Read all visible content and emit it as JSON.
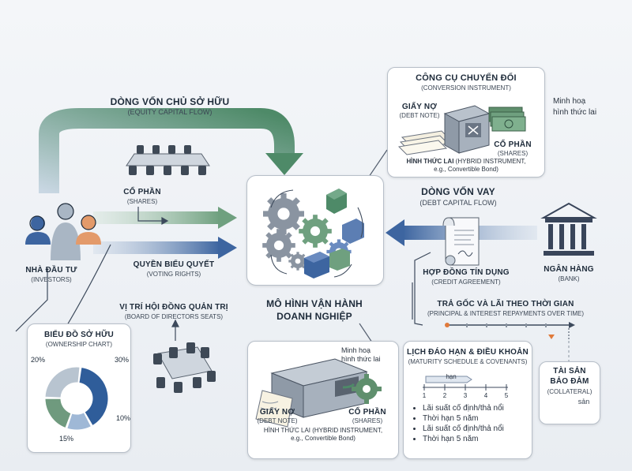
{
  "equity_flow": {
    "title": "DÒNG VỐN CHỦ SỞ HỮU",
    "subtitle": "(EQUITY CAPITAL FLOW)"
  },
  "debt_flow": {
    "title": "DÒNG VỐN VAY",
    "subtitle": "(DEBT CAPITAL FLOW)"
  },
  "investors": {
    "title": "NHÀ ĐẦU TƯ",
    "subtitle": "(INVESTORS)"
  },
  "shares_arrow": {
    "title": "CỔ PHẦN",
    "subtitle": "(SHARES)"
  },
  "voting": {
    "title": "QUYỀN BIỂU QUYẾT",
    "subtitle": "(VOTING RIGHTS)"
  },
  "board": {
    "title": "VỊ TRÍ HỘI ĐỒNG QUẢN TRỊ",
    "subtitle": "(BOARD OF DIRECTORS SEATS)"
  },
  "ownership": {
    "title": "BIỂU ĐỒ SỞ HỮU",
    "subtitle": "(OWNERSHIP CHART)",
    "slices": [
      {
        "label": "30%",
        "value": 30,
        "color": "#2f5d9a"
      },
      {
        "label": "10%",
        "value": 10,
        "color": "#9fb8d6"
      },
      {
        "label": "15%",
        "value": 15,
        "color": "#6f9a7e"
      },
      {
        "label": "20%",
        "value": 20,
        "color": "#b8c4d0"
      }
    ]
  },
  "business_model": {
    "line1": "MÔ HÌNH VẬN HÀNH",
    "line2": "DOANH NGHIỆP"
  },
  "conversion": {
    "title": "CÔNG CỤ CHUYỂN ĐỔI",
    "subtitle": "(CONVERSION INSTRUMENT)",
    "debt_note": "GIẤY NỢ",
    "debt_note_sub": "(DEBT NOTE)",
    "shares": "CỔ PHẦN",
    "shares_sub": "(SHARES)",
    "hybrid": "HÌNH THỨC LAI",
    "hybrid_sub": "(HYBRID INSTRUMENT,",
    "hybrid_sub2": "e.g., Convertible Bond)",
    "side_note_1": "Minh hoạ",
    "side_note_2": "hình thức lai"
  },
  "conversion2": {
    "side_note_1": "Minh hoạ",
    "side_note_2": "hình thức lai",
    "debt_note": "GIẤY NỢ",
    "debt_note_sub": "(DEBT NOTE)",
    "shares": "CỔ PHẦN",
    "shares_sub": "(SHARES)",
    "hybrid": "HÌNH THỨC LAI (HYBRID INSTRUMENT,",
    "hybrid_sub": "e.g., Convertible Bond)"
  },
  "bank": {
    "title": "NGÂN HÀNG",
    "subtitle": "(BANK)"
  },
  "credit": {
    "title": "HỢP ĐỒNG TÍN DỤNG",
    "subtitle": "(CREDIT AGREEMENT)"
  },
  "repayment": {
    "title": "TRẢ GỐC VÀ LÃI THEO THỜI GIAN",
    "subtitle": "(PRINCIPAL & INTEREST REPAYMENTS OVER TIME)"
  },
  "maturity": {
    "title": "LỊCH ĐÁO HẠN & ĐIỀU KHOẢN",
    "subtitle": "(MATURITY SCHEDULE & COVENANTS)",
    "bar_label": "hạn",
    "ticks": [
      "1",
      "2",
      "3",
      "4",
      "5"
    ],
    "bullets": [
      "Lãi suất cố định/thả nổi",
      "Thời hạn 5 năm",
      "Lãi suất cố định/thả nổi",
      "Thời hạn 5 năm"
    ]
  },
  "collateral": {
    "line1": "TÀI SẢN",
    "line2": "BẢO ĐẢM",
    "line3": "(COLLATERAL)",
    "line4": "sản"
  }
}
